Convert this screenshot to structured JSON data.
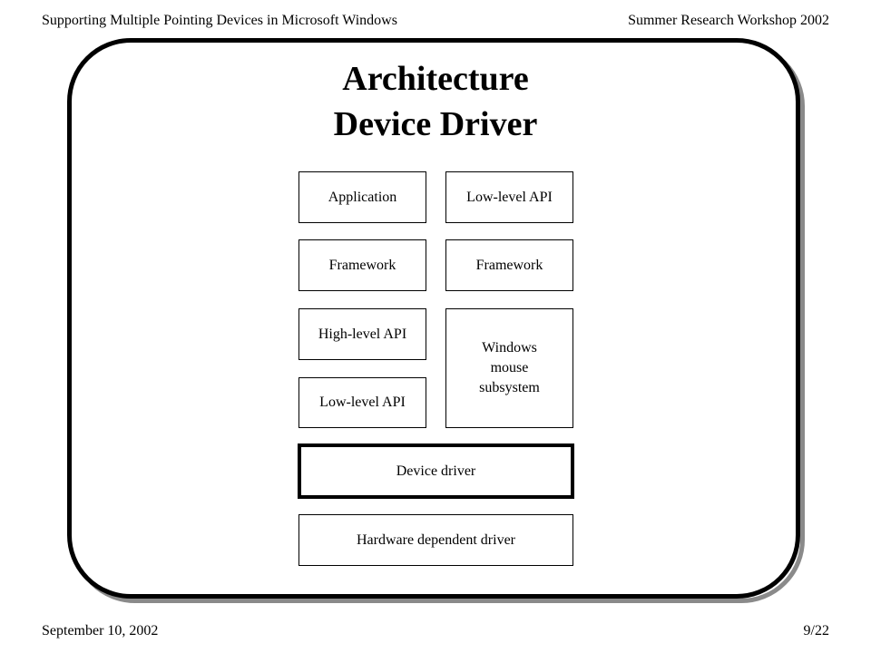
{
  "header": {
    "left": "Supporting Multiple Pointing Devices in Microsoft Windows",
    "right": "Summer Research Workshop 2002"
  },
  "title": {
    "line1": "Architecture",
    "line2": "Device Driver"
  },
  "diagram": {
    "left_column": [
      "Application",
      "Framework",
      "High-level API",
      "Low-level API"
    ],
    "right_column": [
      "Low-level API",
      "Framework",
      "Windows mouse subsystem"
    ],
    "device_driver": "Device driver",
    "hardware_driver": "Hardware dependent driver"
  },
  "footer": {
    "date": "September 10, 2002",
    "page": "9/22"
  }
}
